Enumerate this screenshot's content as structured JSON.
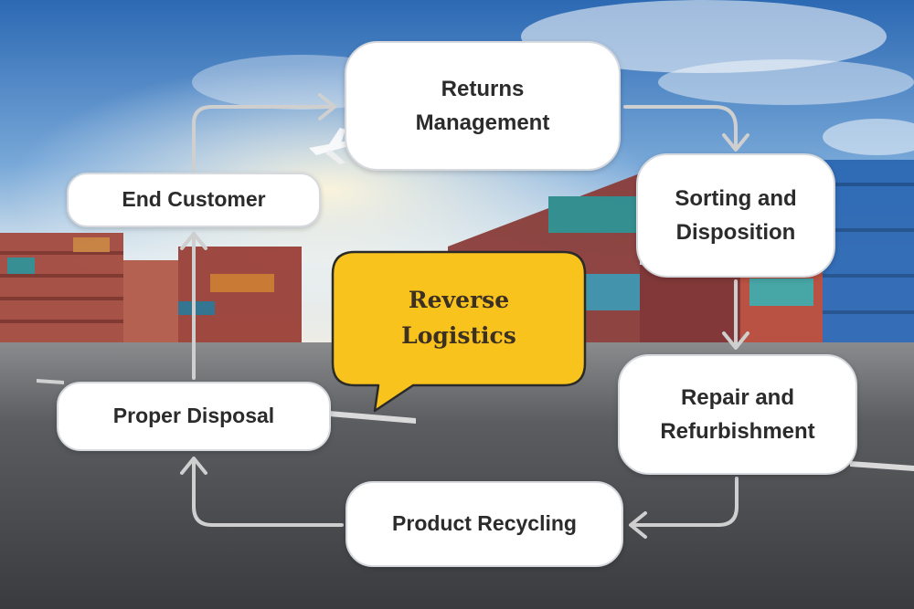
{
  "diagram": {
    "center_label": "Reverse\nLogistics",
    "steps": [
      {
        "id": "returns",
        "label": "Returns\nManagement"
      },
      {
        "id": "sorting",
        "label": "Sorting and\nDisposition"
      },
      {
        "id": "repair",
        "label": "Repair and\nRefurbishment"
      },
      {
        "id": "recycling",
        "label": "Product Recycling"
      },
      {
        "id": "disposal",
        "label": "Proper Disposal"
      },
      {
        "id": "customer",
        "label": "End Customer"
      }
    ]
  },
  "colors": {
    "center_fill": "#f9c31d",
    "node_fill": "#ffffff",
    "arrow": "#c9c9c9",
    "sky_top": "#2f6fb8",
    "asphalt": "#5a5a5c"
  }
}
